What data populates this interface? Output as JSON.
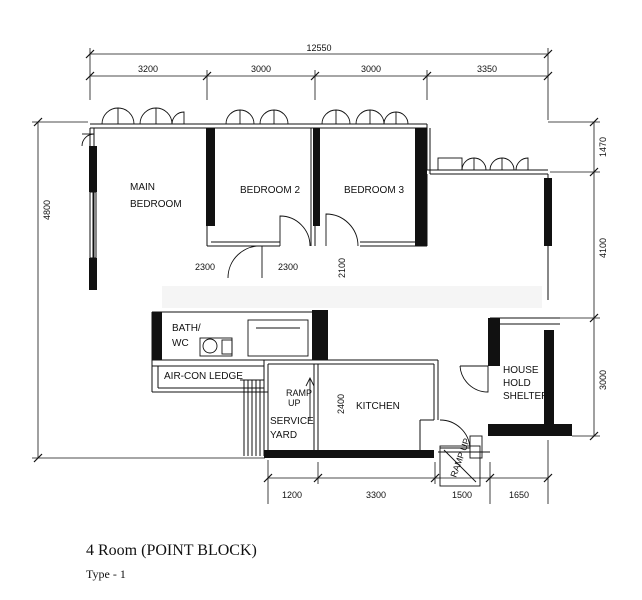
{
  "dimensions": {
    "overall_width": "12550",
    "top": [
      "3200",
      "3000",
      "3000",
      "3350"
    ],
    "bottom": [
      "1200",
      "3300",
      "1500",
      "1650"
    ],
    "left_height": "4800",
    "right_top": "1470",
    "right_mid": "4100",
    "right_bottom": "3000",
    "corridor_left": "2300",
    "corridor_right": "2300",
    "corridor_vertical": "2100",
    "kitchen_height": "2400"
  },
  "rooms": {
    "main_bedroom_line1": "MAIN",
    "main_bedroom_line2": "BEDROOM",
    "bedroom_2": "BEDROOM 2",
    "bedroom_3": "BEDROOM 3",
    "bath_line1": "BATH/",
    "bath_line2": "WC",
    "aircon_ledge": "AIR-CON LEDGE",
    "ramp_up_line1": "RAMP",
    "ramp_up_line2": "UP",
    "service_yard_line1": "SERVICE",
    "service_yard_line2": "YARD",
    "kitchen": "KITCHEN",
    "household_shelter_line1": "HOUSE",
    "household_shelter_line2": "HOLD",
    "household_shelter_line3": "SHELTER",
    "ramp_entry": "RAMP UP"
  },
  "caption": {
    "title": "4 Room (POINT BLOCK)",
    "type": "Type - 1"
  }
}
